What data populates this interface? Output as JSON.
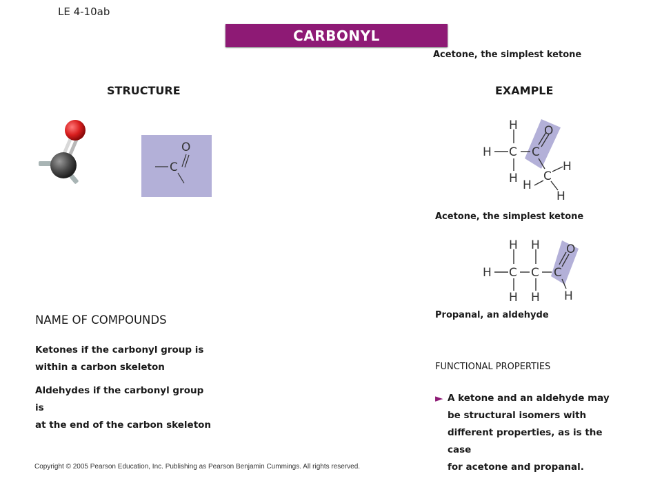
{
  "slide_label": "LE 4-10ab",
  "banner_title": "CARBONYL",
  "colors": {
    "banner": "#8e1a75",
    "highlight": "#b3b0d8",
    "oxygen_atom": "#d81e1e",
    "carbon_atom": "#4a4a4a",
    "bullet_arrow": "#8e1a75"
  },
  "structure": {
    "heading": "STRUCTURE",
    "formula": {
      "oxygen": "O",
      "carbon": "C"
    }
  },
  "example": {
    "heading": "EXAMPLE",
    "caption_top": "Acetone, the simplest ketone",
    "acetone": {
      "caption": "Acetone, the simplest ketone",
      "atoms": {
        "h": "H",
        "c": "C",
        "o": "O"
      }
    },
    "propanal": {
      "caption": "Propanal, an aldehyde",
      "atoms": {
        "h": "H",
        "c": "C",
        "o": "O"
      }
    }
  },
  "names": {
    "heading": "NAME OF COMPOUNDS",
    "ketone_line1": "Ketones if the carbonyl group is",
    "ketone_line2": "within a carbon skeleton",
    "aldehyde_line1": "Aldehydes if the carbonyl group is",
    "aldehyde_line2": "at the end of the carbon skeleton"
  },
  "functional": {
    "heading": "FUNCTIONAL PROPERTIES",
    "bullet_icon": "right-pointer-icon",
    "bullet_lines": [
      "A ketone and an aldehyde may",
      "be structural isomers with",
      "different properties, as is the case",
      "for acetone and propanal."
    ]
  },
  "copyright": "Copyright © 2005 Pearson Education, Inc. Publishing as Pearson Benjamin Cummings. All rights reserved."
}
